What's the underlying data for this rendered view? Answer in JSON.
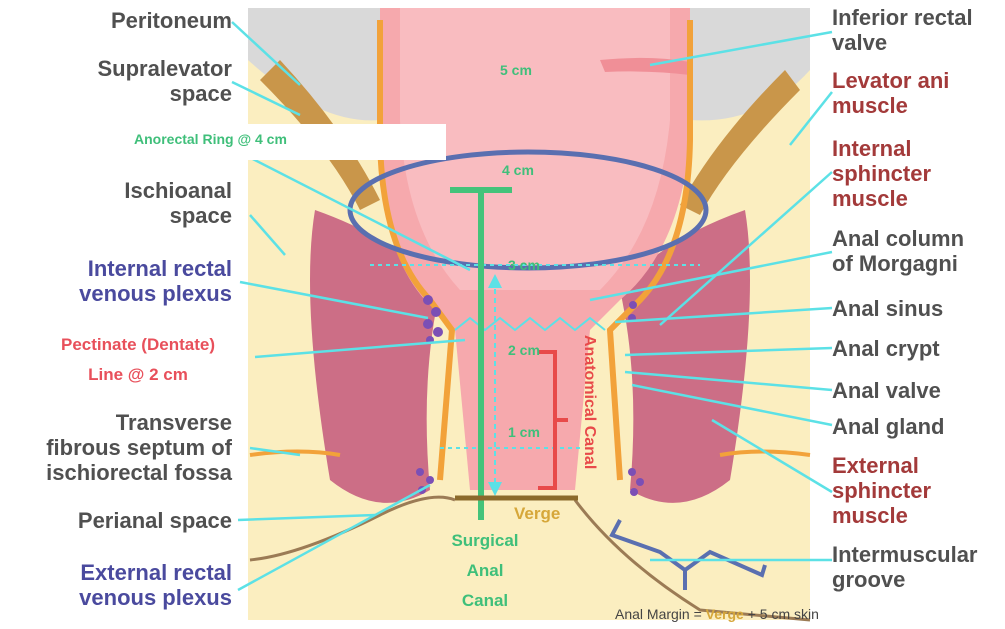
{
  "labels_left": {
    "peritoneum": "Peritoneum",
    "supralevator_1": "Supralevator",
    "supralevator_2": "space",
    "anorectal_ring": "Anorectal Ring @ 4 cm",
    "ischioanal_1": "Ischioanal",
    "ischioanal_2": "space",
    "internal_plexus_1": "Internal rectal",
    "internal_plexus_2": "venous plexus",
    "pectinate_1": "Pectinate (Dentate)",
    "pectinate_2": "Line @ 2 cm",
    "transverse_1": "Transverse",
    "transverse_2": "fibrous septum of",
    "transverse_3": "ischiorectal fossa",
    "perianal": "Perianal space",
    "external_plexus_1": "External rectal",
    "external_plexus_2": "venous plexus"
  },
  "labels_right": {
    "inferior_valve_1": "Inferior rectal",
    "inferior_valve_2": "valve",
    "levator_1": "Levator ani",
    "levator_2": "muscle",
    "internal_sphincter_1": "Internal",
    "internal_sphincter_2": "sphincter",
    "internal_sphincter_3": "muscle",
    "anal_column_1": "Anal column",
    "anal_column_2": "of Morgagni",
    "anal_sinus": "Anal sinus",
    "anal_crypt": "Anal crypt",
    "anal_valve": "Anal valve",
    "anal_gland": "Anal gland",
    "external_sphincter_1": "External",
    "external_sphincter_2": "sphincter",
    "external_sphincter_3": "muscle",
    "intermuscular_1": "Intermuscular",
    "intermuscular_2": "groove"
  },
  "measurements": {
    "cm5": "5 cm",
    "cm4": "4 cm",
    "cm3": "3 cm",
    "cm2": "2 cm",
    "cm1": "1 cm",
    "verge": "Verge",
    "anatomical_canal": "Anatomical Canal",
    "surgical_1": "Surgical",
    "surgical_2": "Anal",
    "surgical_3": "Canal"
  },
  "footer": {
    "margin_prefix": "Anal Margin = ",
    "margin_verge": "Verge",
    "margin_suffix": " + 5 cm skin"
  },
  "colors": {
    "leader_line": "#5ce1e6",
    "ring": "#5a6fb0",
    "surgical": "#44c37a",
    "anatomical": "#e84a4a",
    "verge": "#8b6a2b",
    "muscle": "#cc6e86",
    "fat": "#fbedb4",
    "mucosa": "#f6a9ad"
  }
}
